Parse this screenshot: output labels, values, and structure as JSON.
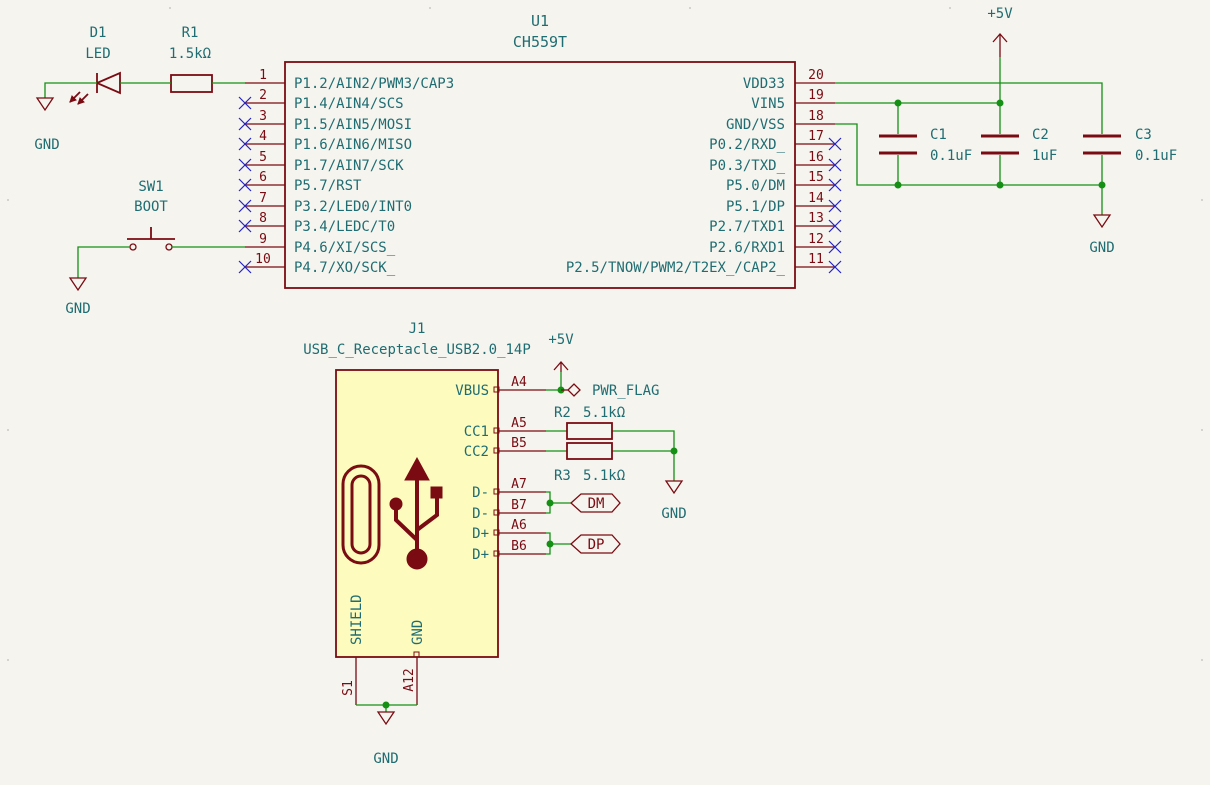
{
  "u1": {
    "ref": "U1",
    "value": "CH559T",
    "left_pins": [
      {
        "num": "1",
        "name": "P1.2/AIN2/PWM3/CAP3"
      },
      {
        "num": "2",
        "name": "P1.4/AIN4/SCS"
      },
      {
        "num": "3",
        "name": "P1.5/AIN5/MOSI"
      },
      {
        "num": "4",
        "name": "P1.6/AIN6/MISO"
      },
      {
        "num": "5",
        "name": "P1.7/AIN7/SCK"
      },
      {
        "num": "6",
        "name": "P5.7/RST"
      },
      {
        "num": "7",
        "name": "P3.2/LED0/INT0"
      },
      {
        "num": "8",
        "name": "P3.4/LEDC/T0"
      },
      {
        "num": "9",
        "name": "P4.6/XI/SCS_"
      },
      {
        "num": "10",
        "name": "P4.7/XO/SCK_"
      }
    ],
    "right_pins": [
      {
        "num": "20",
        "name": "VDD33"
      },
      {
        "num": "19",
        "name": "VIN5"
      },
      {
        "num": "18",
        "name": "GND/VSS"
      },
      {
        "num": "17",
        "name": "P0.2/RXD_"
      },
      {
        "num": "16",
        "name": "P0.3/TXD_"
      },
      {
        "num": "15",
        "name": "P5.0/DM"
      },
      {
        "num": "14",
        "name": "P5.1/DP"
      },
      {
        "num": "13",
        "name": "P2.7/TXD1"
      },
      {
        "num": "12",
        "name": "P2.6/RXD1"
      },
      {
        "num": "11",
        "name": "P2.5/TNOW/PWM2/T2EX_/CAP2_"
      }
    ]
  },
  "d1": {
    "ref": "D1",
    "value": "LED"
  },
  "r1": {
    "ref": "R1",
    "value": "1.5kΩ"
  },
  "sw1": {
    "ref": "SW1",
    "value": "BOOT"
  },
  "c1": {
    "ref": "C1",
    "value": "0.1uF"
  },
  "c2": {
    "ref": "C2",
    "value": "1uF"
  },
  "c3": {
    "ref": "C3",
    "value": "0.1uF"
  },
  "r2": {
    "ref": "R2",
    "value": "5.1kΩ"
  },
  "r3": {
    "ref": "R3",
    "value": "5.1kΩ"
  },
  "j1": {
    "ref": "J1",
    "value": "USB_C_Receptacle_USB2.0_14P",
    "right_pins": [
      {
        "name": "VBUS",
        "num": "A4"
      },
      {
        "name": "CC1",
        "num": "A5"
      },
      {
        "name": "CC2",
        "num": "B5"
      },
      {
        "name": "D-",
        "num": "A7"
      },
      {
        "name": "D-",
        "num": "B7"
      },
      {
        "name": "D+",
        "num": "A6"
      },
      {
        "name": "D+",
        "num": "B6"
      }
    ],
    "bottom_pins": [
      {
        "name": "SHIELD",
        "num": "S1"
      },
      {
        "name": "GND",
        "num": "A12"
      }
    ]
  },
  "power": {
    "vcc": "+5V",
    "gnd": "GND",
    "pwr_flag": "PWR_FLAG"
  },
  "labels": {
    "dm": "DM",
    "dp": "DP"
  }
}
